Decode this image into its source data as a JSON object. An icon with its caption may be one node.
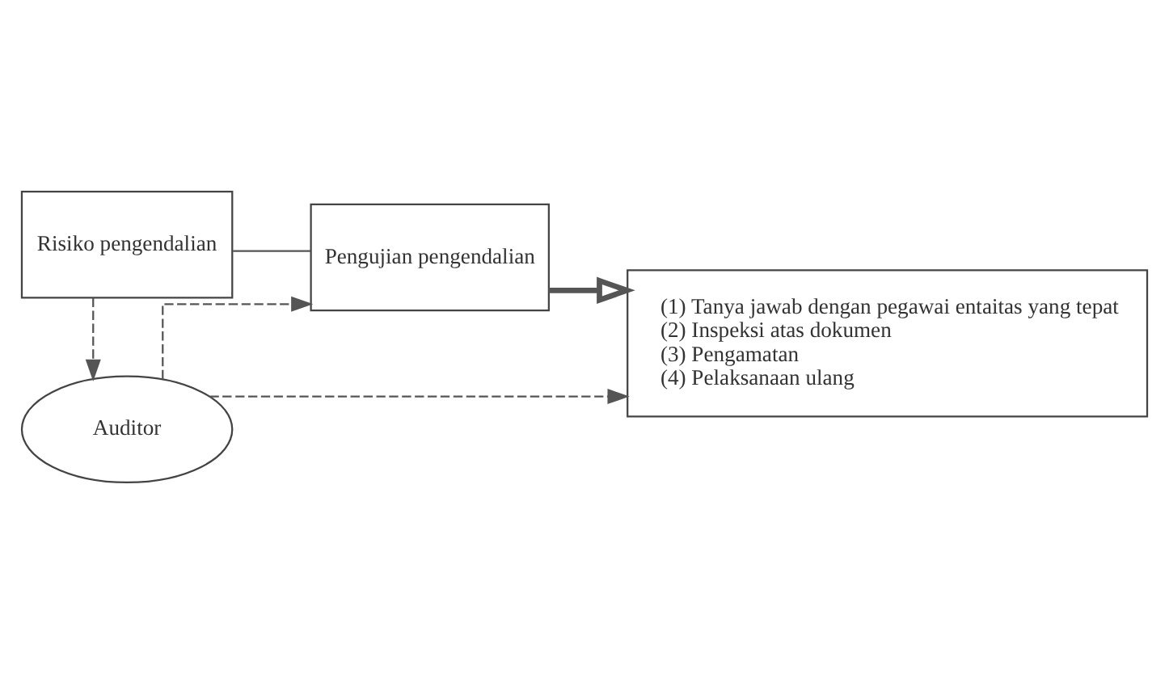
{
  "diagram": {
    "nodes": [
      {
        "text": [
          "Risiko pengendalian"
        ]
      },
      {
        "text": [
          "Pengujian pengendalian"
        ]
      },
      {
        "text": [
          "(1) Tanya jawab dengan pegawai entaitas yang tepat",
          "(2) Inspeksi atas dokumen",
          "(3) Pengamatan",
          "(4) Pelaksanaan ulang"
        ]
      },
      {
        "text": [
          "Auditor"
        ]
      }
    ],
    "edges": [
      {
        "from": 0,
        "to": 1,
        "arrow": "none"
      },
      {
        "from": 1,
        "to": 2,
        "arrow": "to",
        "style": "thick"
      },
      {
        "from": 0,
        "to": 3,
        "arrow": "to",
        "style": "dashed"
      },
      {
        "from": 3,
        "to": 1,
        "arrow": "to",
        "style": "dashed"
      },
      {
        "from": 3,
        "to": 2,
        "arrow": "to",
        "style": "dashed"
      }
    ]
  }
}
